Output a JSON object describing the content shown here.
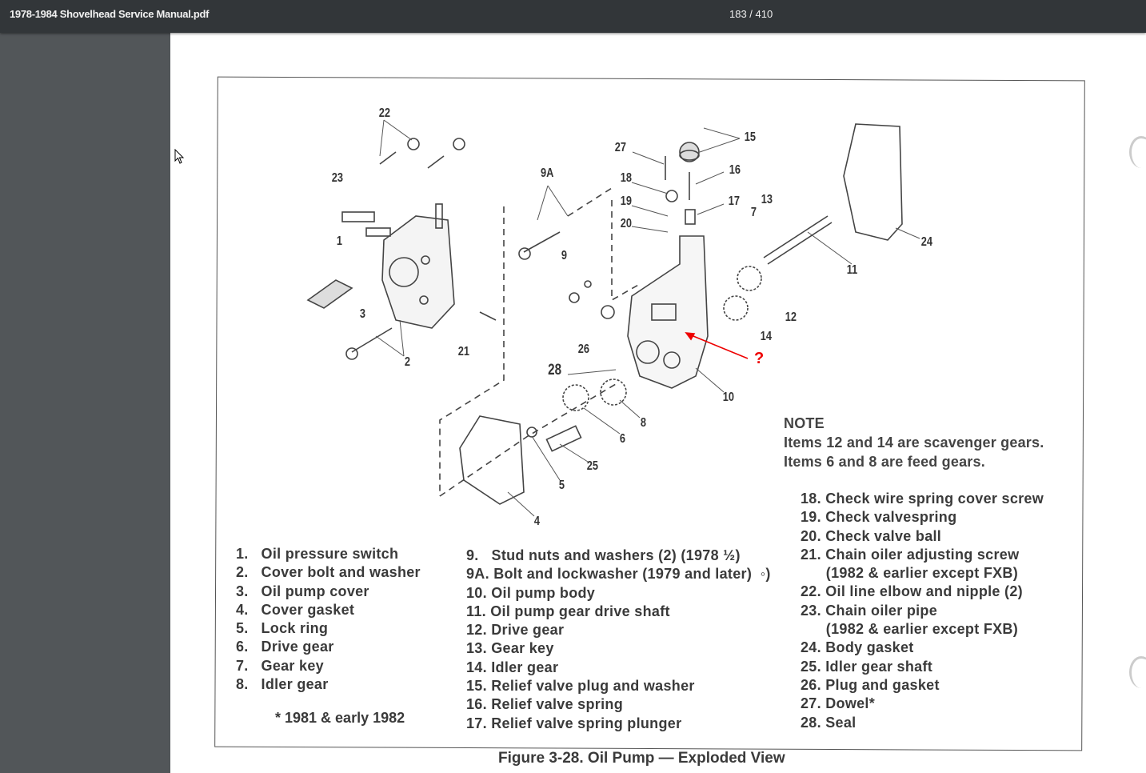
{
  "toolbar": {
    "title": "1978-1984 Shovelhead Service Manual.pdf",
    "page_indicator": "183 / 410"
  },
  "figure": {
    "callouts": [
      "22",
      "23",
      "1",
      "3",
      "2",
      "21",
      "9A",
      "9",
      "26",
      "28",
      "27",
      "18",
      "19",
      "20",
      "15",
      "16",
      "17",
      "13",
      "7",
      "11",
      "12",
      "14",
      "24",
      "10",
      "8",
      "6",
      "25",
      "5",
      "4"
    ],
    "annotation": "?",
    "note_title": "NOTE",
    "note_lines": [
      "Items 12 and 14 are scavenger gears.",
      "Items 6 and 8 are feed gears."
    ],
    "legend_col1": [
      "1.   Oil pressure switch",
      "2.   Cover bolt and washer",
      "3.   Oil pump cover",
      "4.   Cover gasket",
      "5.   Lock ring",
      "6.   Drive gear",
      "7.   Gear key",
      "8.   Idler gear"
    ],
    "footnote": "* 1981 & early 1982",
    "legend_col2": [
      "9.   Stud nuts and washers (2) (1978 ½)",
      "9A. Bolt and lockwasher (1979 and later)  ◦)",
      "10. Oil pump body",
      "11. Oil pump gear drive shaft",
      "12. Drive gear",
      "13. Gear key",
      "14. Idler gear",
      "15. Relief valve plug and washer",
      "16. Relief valve spring",
      "17. Relief valve spring plunger"
    ],
    "legend_col3": [
      "18. Check wire spring cover screw",
      "19. Check valvespring",
      "20. Check valve ball",
      "21. Chain oiler adjusting screw",
      "      (1982 & earlier except FXB)",
      "22. Oil line elbow and nipple (2)",
      "23. Chain oiler pipe",
      "      (1982 & earlier except FXB)",
      "24. Body gasket",
      "25. Idler gear shaft",
      "26. Plug and gasket",
      "27. Dowel*",
      "28. Seal"
    ],
    "caption": "Figure 3-28. Oil Pump — Exploded View"
  }
}
